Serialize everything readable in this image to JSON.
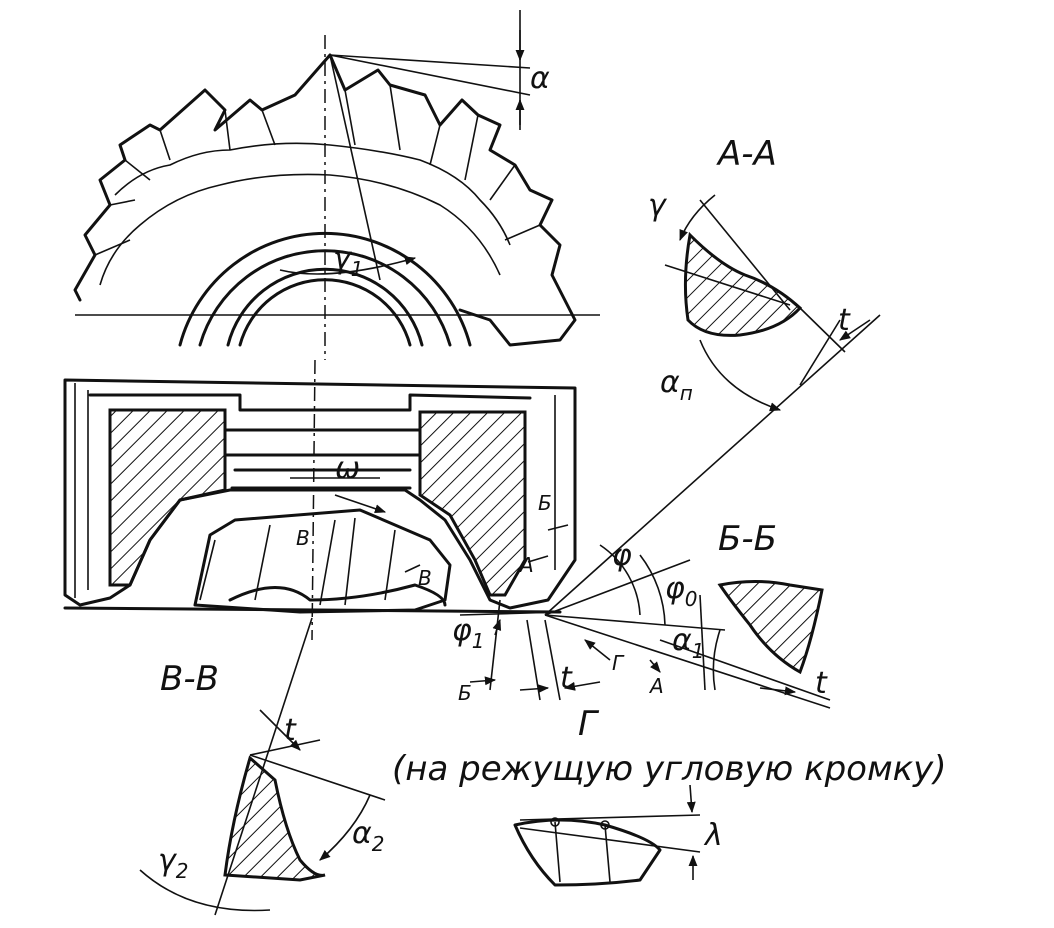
{
  "labels": {
    "alpha": "α",
    "gamma": "γ",
    "gamma1": "γ",
    "gamma1_sub": "1",
    "omega": "ω",
    "t_aa": "t",
    "alpha_n": "α",
    "alpha_n_sub": "п",
    "phi": "φ",
    "phi0": "φ",
    "phi0_sub": "0",
    "phi1": "φ",
    "phi1_sub": "1",
    "alpha1": "α",
    "alpha1_sub": "1",
    "t_bb": "t",
    "t_main": "t",
    "gamma2": "γ",
    "gamma2_sub": "2",
    "alpha2": "α",
    "alpha2_sub": "2",
    "t_vv": "t",
    "lambda": "λ",
    "cut_b_top": "Б",
    "cut_b_bottom": "Б",
    "cut_a_top": "А",
    "cut_a_bottom": "А",
    "cut_g_arrow": "Г",
    "cut_v_top": "В",
    "cut_v_right": "В"
  },
  "sections": {
    "aa": "А-А",
    "bb": "Б-Б",
    "vv": "В-В",
    "g": "Г",
    "g_caption": "(на режущую угловую кромку)"
  },
  "colors": {
    "ink": "#111111",
    "paper": "#ffffff"
  }
}
